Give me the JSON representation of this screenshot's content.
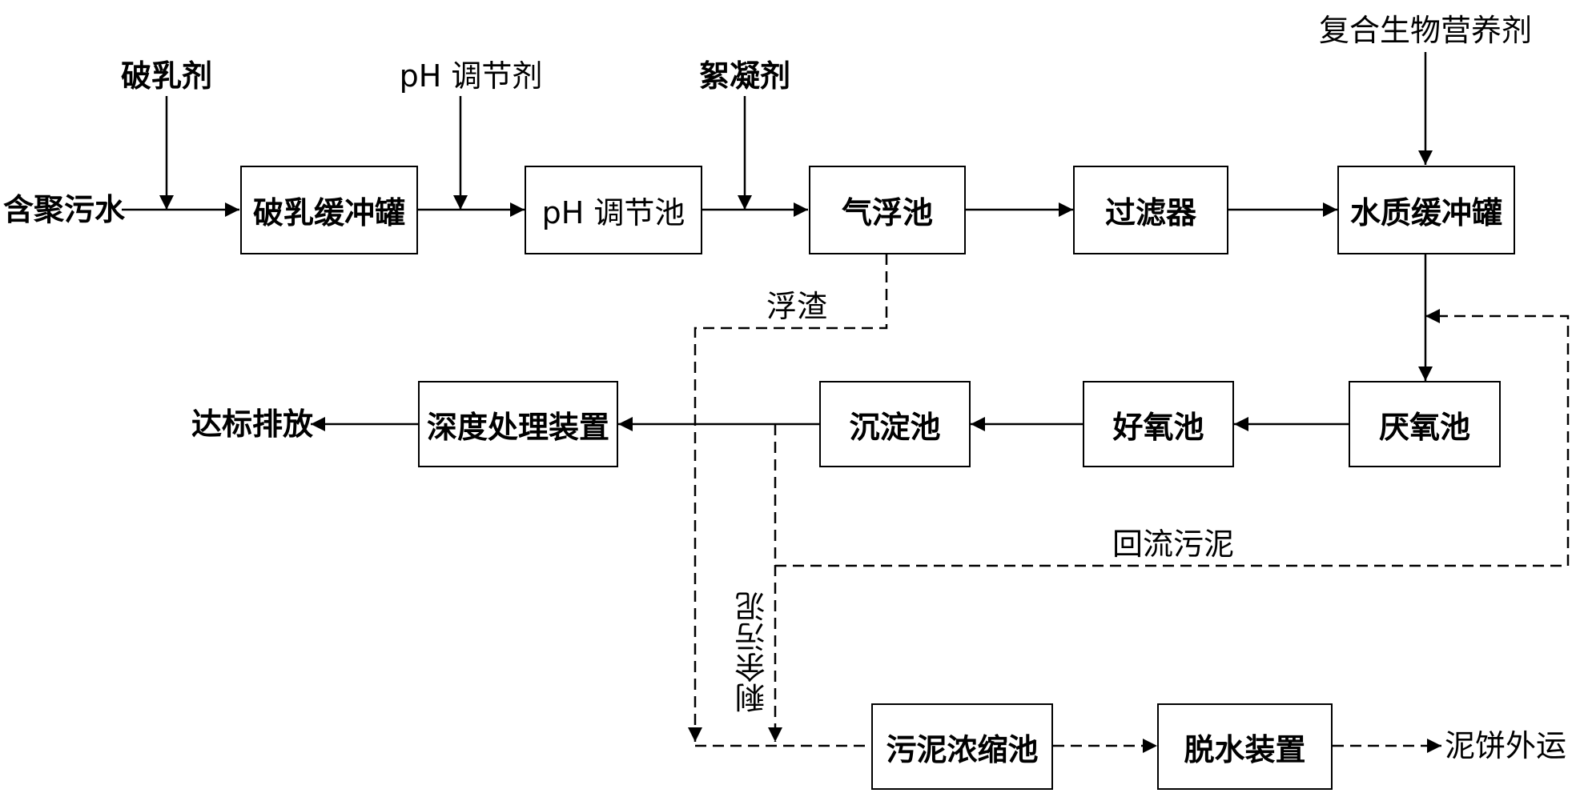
{
  "boxes": {
    "demulsify_tank": "破乳缓冲罐",
    "ph_pool": "pH 调节池",
    "flotation_pool": "气浮池",
    "filter": "过滤器",
    "water_buffer_tank": "水质缓冲罐",
    "anaerobic_pool": "厌氧池",
    "aerobic_pool": "好氧池",
    "sedimentation_pool": "沉淀池",
    "advanced_treatment": "深度处理装置",
    "sludge_thickener": "污泥浓缩池",
    "dewatering_device": "脱水装置"
  },
  "labels": {
    "influent": "含聚污水",
    "demulsifier": "破乳剂",
    "ph_regulator": "pH 调节剂",
    "flocculant": "絮凝剂",
    "nutrient": "复合生物营养剂",
    "scum": "浮渣",
    "return_sludge": "回流污泥",
    "excess_sludge": "剩余污泥",
    "discharge": "达标排放",
    "cake_out": "泥饼外运"
  }
}
